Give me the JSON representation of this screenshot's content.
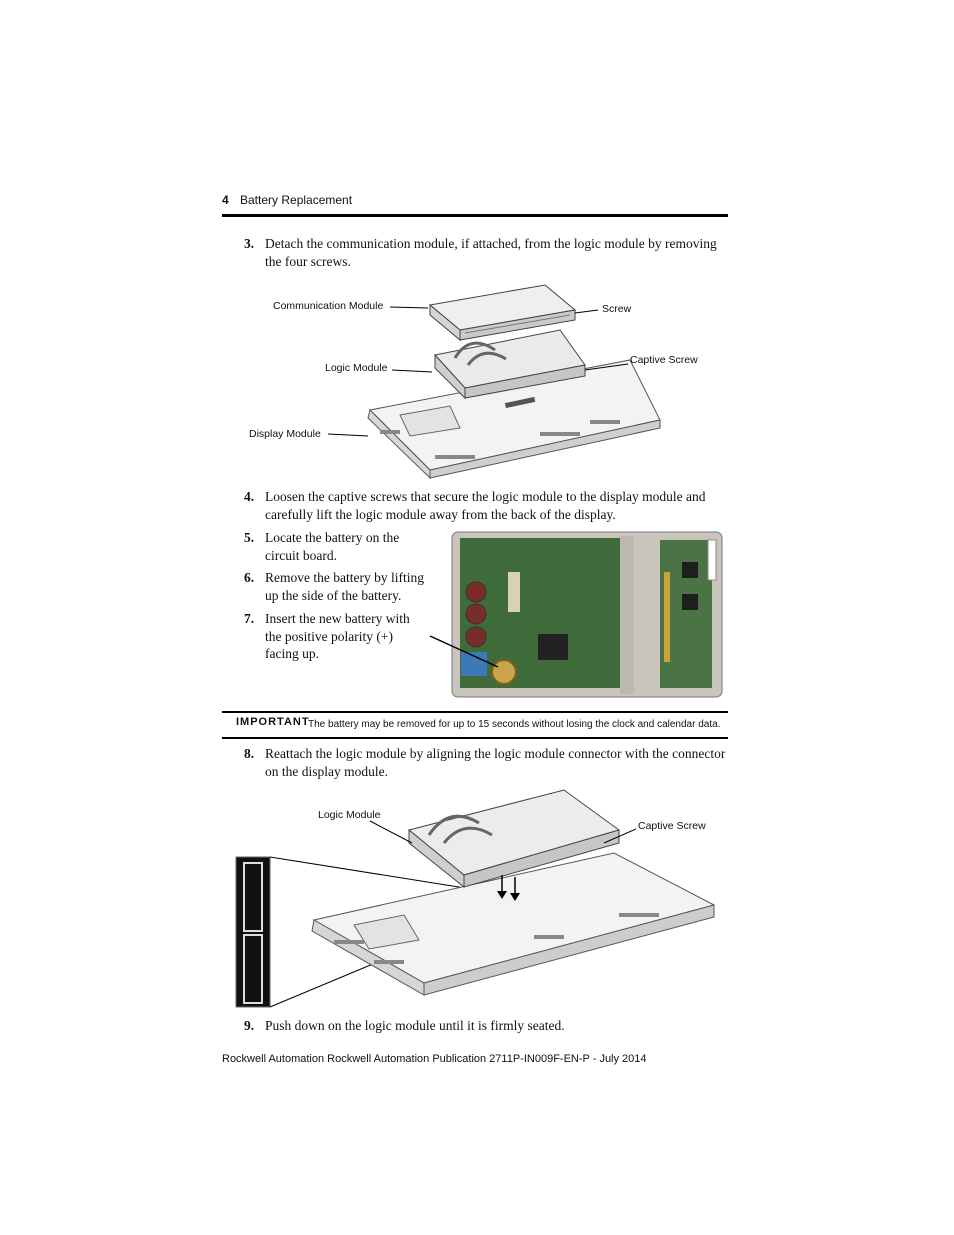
{
  "header": {
    "page_number": "4",
    "section_title": "Battery Replacement"
  },
  "steps": [
    {
      "number": "3.",
      "text": "Detach the communication module, if attached, from the logic module by removing the four screws."
    },
    {
      "number": "4.",
      "text": "Loosen the captive screws that secure the logic module to the display module and carefully lift the logic module away from the back of the display."
    },
    {
      "number": "5.",
      "text": "Locate the battery on the circuit board."
    },
    {
      "number": "6.",
      "text": "Remove the battery by lifting up the side of the battery."
    },
    {
      "number": "7.",
      "text": "Insert the new battery with the positive polarity (+) facing up."
    },
    {
      "number": "8.",
      "text": "Reattach the logic module by aligning the logic module connector with the connector on the display module."
    },
    {
      "number": "9.",
      "text": "Push down on the logic module until it is firmly seated."
    }
  ],
  "figure1": {
    "labels": {
      "communication_module": "Communication Module",
      "screw": "Screw",
      "logic_module": "Logic Module",
      "captive_screw": "Captive Screw",
      "display_module": "Display Module"
    }
  },
  "figure3": {
    "labels": {
      "logic_module": "Logic Module",
      "captive_screw": "Captive Screw"
    }
  },
  "important": {
    "label": "IMPORTANT",
    "text": "The battery may be removed for up to 15 seconds without losing the clock and calendar data."
  },
  "footer": {
    "text": "Rockwell Automation Rockwell Automation Publication 2711P-IN009F-EN-P - July 2014"
  }
}
